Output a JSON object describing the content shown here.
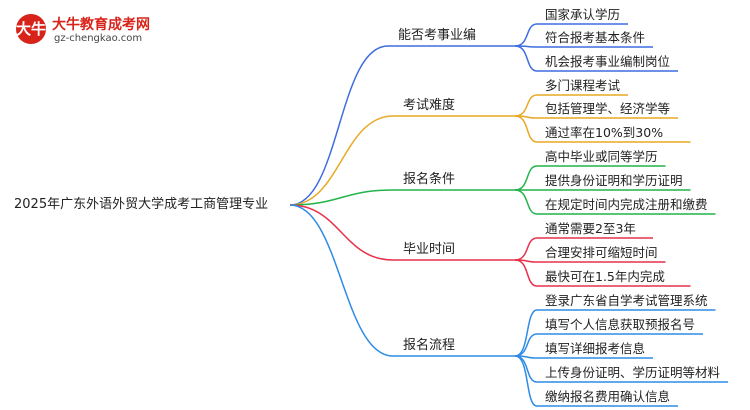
{
  "logo": {
    "glyph": "大牛",
    "title": "大牛教育成考网",
    "url": "gz-chengkao.com"
  },
  "root": "2025年广东外语外贸大学成考工商管理专业",
  "branches": [
    {
      "label": "能否考事业编",
      "color": "#3d6de0",
      "leaves": [
        "国家承认学历",
        "符合报考基本条件",
        "机会报考事业编制岗位"
      ]
    },
    {
      "label": "考试难度",
      "color": "#e9a825",
      "leaves": [
        "多门课程考试",
        "包括管理学、经济学等",
        "通过率在10%到30%"
      ]
    },
    {
      "label": "报名条件",
      "color": "#22b44a",
      "leaves": [
        "高中毕业或同等学历",
        "提供身份证明和学历证明",
        "在规定时间内完成注册和缴费"
      ]
    },
    {
      "label": "毕业时间",
      "color": "#e8304a",
      "leaves": [
        "通常需要2至3年",
        "合理安排可缩短时间",
        "最快可在1.5年内完成"
      ]
    },
    {
      "label": "报名流程",
      "color": "#2e8be6",
      "leaves": [
        "登录广东省自学考试管理系统",
        "填写个人信息获取预报名号",
        "填写详细报考信息",
        "上传身份证明、学历证明等材料",
        "缴纳报名费用确认信息"
      ]
    }
  ]
}
